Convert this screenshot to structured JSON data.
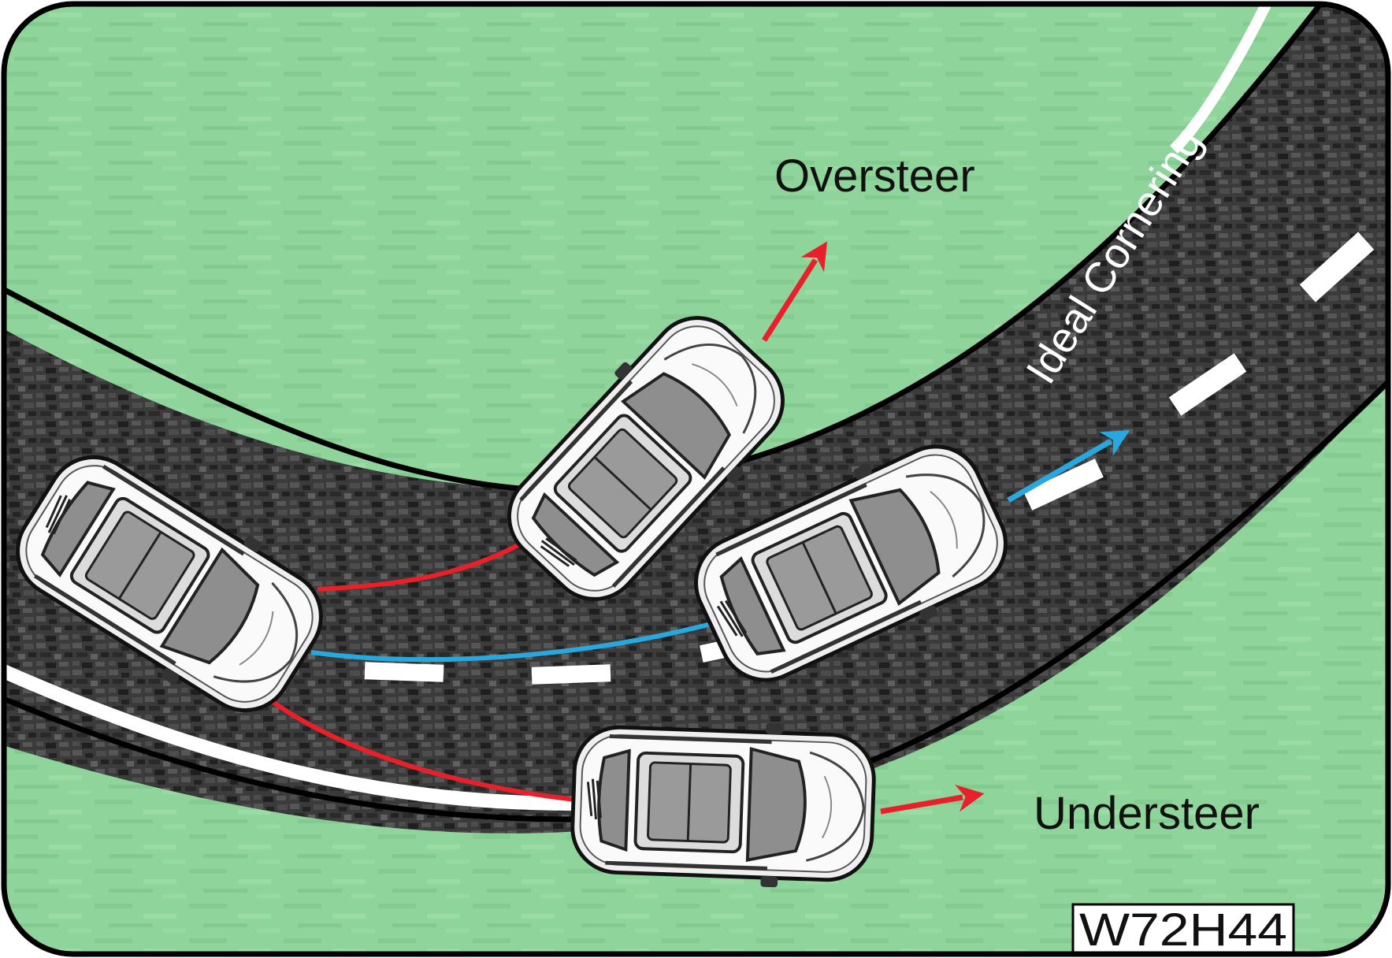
{
  "labels": {
    "oversteer": "Oversteer",
    "understeer": "Understeer",
    "ideal": "Ideal Cornering",
    "code": "W72H44"
  },
  "colors": {
    "grass": "#8fd49b",
    "grass_dark": "#74c487",
    "asphalt": "#3c3c3c",
    "asphalt_dark": "#262626",
    "red_path": "#e8202a",
    "blue_path": "#29a8e0",
    "car_body": "#f4f4f4",
    "car_glass": "#8e8e8e",
    "outline": "#111111"
  }
}
